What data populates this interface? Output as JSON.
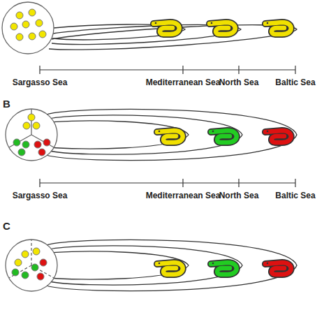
{
  "diagram": {
    "labels": [
      "Sargasso Sea",
      "Mediterranean Sea",
      "North Sea",
      "Baltic Sea",
      "B",
      "Sargasso Sea",
      "Mediterranean Sea",
      "North Sea",
      "Baltic Sea",
      "C"
    ]
  }
}
